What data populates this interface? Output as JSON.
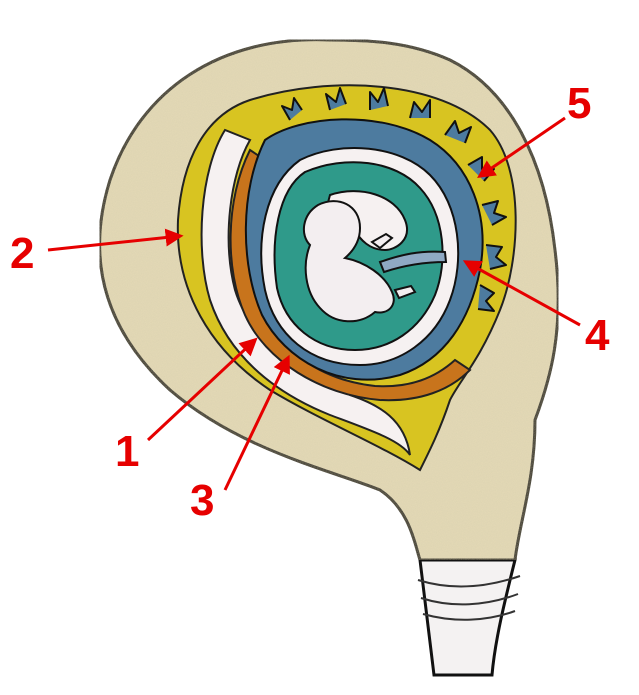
{
  "colors": {
    "background": "#ffffff",
    "uterus_wall": "#e6dcb8",
    "decidua": "#d8c421",
    "chorion": "#4d7b9f",
    "amnion_fluid": "#2f9a8a",
    "yolk_layer": "#c8741c",
    "cavity": "#f6f1f1",
    "embryo": "#f3eef0",
    "outline": "#111111",
    "label": "#e60000"
  },
  "icons": [
    "arrow-icon"
  ],
  "labels": [
    {
      "id": "label-1",
      "text": "1"
    },
    {
      "id": "label-2",
      "text": "2"
    },
    {
      "id": "label-3",
      "text": "3"
    },
    {
      "id": "label-4",
      "text": "4"
    },
    {
      "id": "label-5",
      "text": "5"
    }
  ]
}
